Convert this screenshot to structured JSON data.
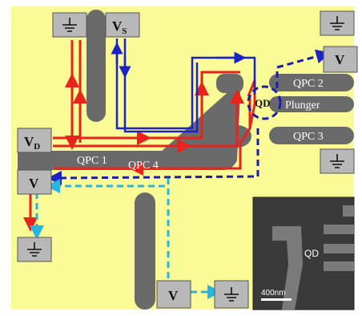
{
  "labels": {
    "vs_main": "V",
    "vs_sub": "S",
    "vd_main": "V",
    "vd_sub": "D",
    "v_right": "V",
    "v_left": "V",
    "v_bottom": "V",
    "qpc1": "QPC 1",
    "qpc2": "QPC 2",
    "qpc3": "QPC 3",
    "qpc4": "QPC 4",
    "qd": "QD",
    "plunger": "Plunger",
    "inset_qd": "QD",
    "scale_bar": "400nm"
  },
  "colors": {
    "background": "#fafa96",
    "gate": "#6a6a6a",
    "red_path": "#e8231c",
    "blue_path": "#1a22c8",
    "cyan_path": "#2ab4e0",
    "box": "#b8b8b8",
    "dark_blue_dashed": "#1b1fa8"
  }
}
